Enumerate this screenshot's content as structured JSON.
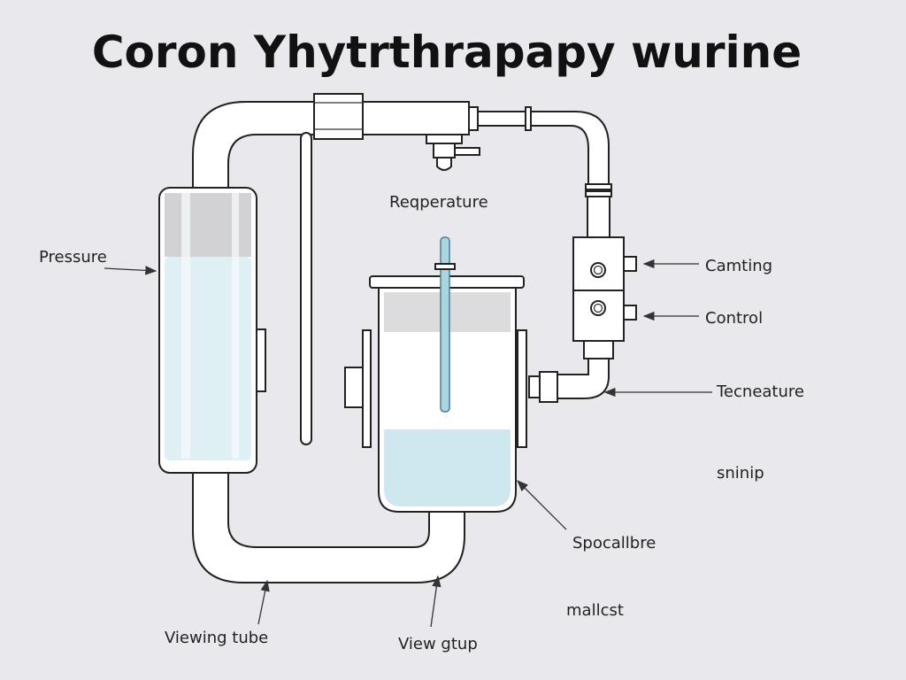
{
  "title": "Coron Yhytrthrapapy wurine",
  "labels": {
    "pressure": "Pressure",
    "temperature_top": "Reqperature",
    "camting": "Camting",
    "control": "Control",
    "tecneature": "Tecneature",
    "sninip": "sninip",
    "spocallbre": "Spocallbre",
    "mallcst": "mallcst",
    "viewing_tube": "Viewing tube",
    "view_gtup": "View gtup"
  },
  "colors": {
    "background": "#e9e8ec",
    "liquid": "#cfe7ef",
    "rod": "#a9d4e0"
  }
}
